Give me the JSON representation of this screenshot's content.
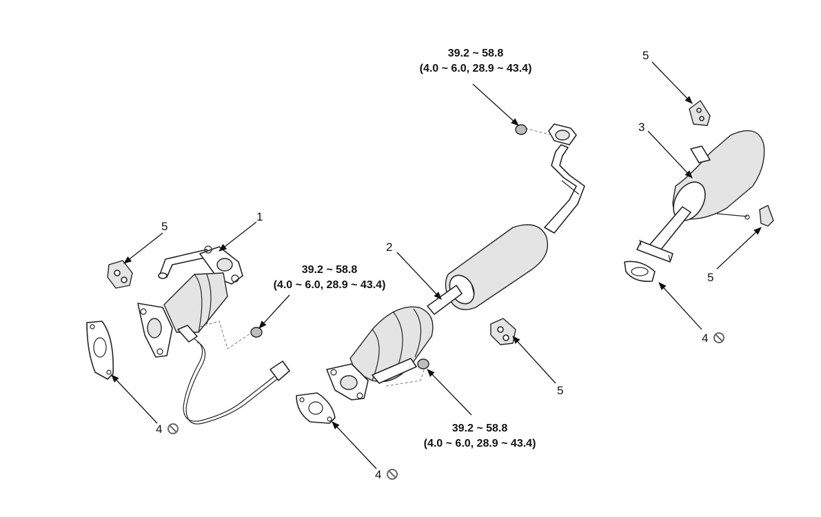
{
  "callouts": {
    "c1": "1",
    "c2": "2",
    "c3": "3",
    "c4a": "4",
    "c4b": "4",
    "c4c": "4",
    "c5a": "5",
    "c5b": "5",
    "c5c": "5",
    "c5d": "5"
  },
  "torque": {
    "top": {
      "line1": "39.2 ~ 58.8",
      "line2": "(4.0 ~ 6.0, 28.9 ~ 43.4)"
    },
    "middle": {
      "line1": "39.2 ~ 58.8",
      "line2": "(4.0 ~ 6.0, 28.9 ~ 43.4)"
    },
    "bottom": {
      "line1": "39.2 ~ 58.8",
      "line2": "(4.0 ~ 6.0, 28.9 ~ 43.4)"
    }
  },
  "icons": {
    "do_not_reuse": "prohibition-circle-icon"
  },
  "colors": {
    "line": "#222222",
    "background": "#ffffff"
  }
}
